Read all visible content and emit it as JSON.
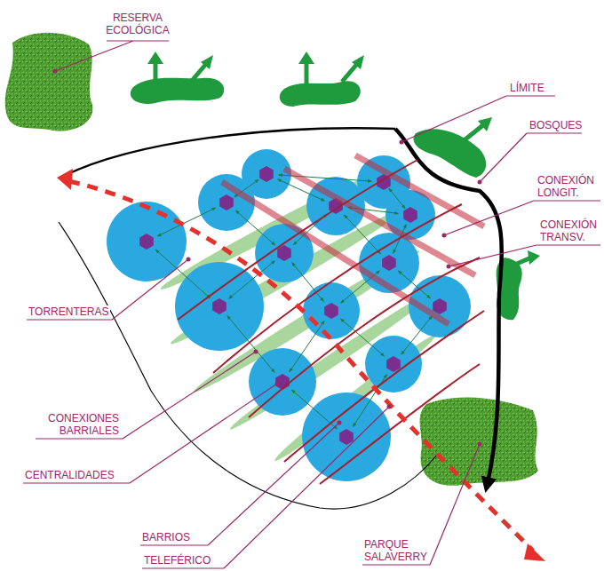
{
  "diagram": {
    "labels": [
      "RESERVA ECOLÓGICA",
      "LÍMITE",
      "BOSQUES",
      "CONEXIÓN LONGIT.",
      "CONEXIÓN TRANSV.",
      "TORRENTERAS",
      "CONEXIONES BARRIALES",
      "CENTRALIDADES",
      "BARRIOS",
      "TELEFÉRICO",
      "PARQUE SALAVERRY"
    ]
  }
}
